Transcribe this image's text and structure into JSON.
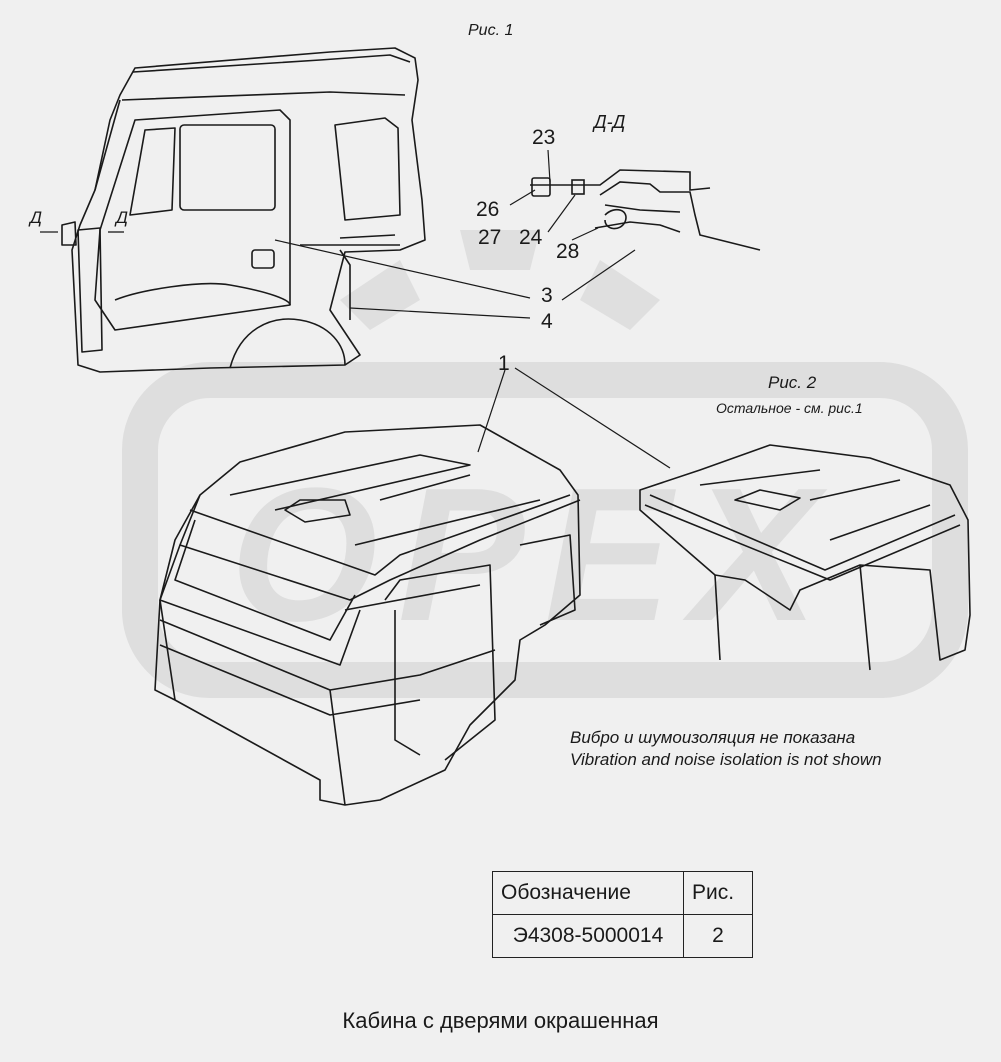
{
  "figures": {
    "fig1_label": "Рис. 1",
    "fig2_label": "Рис. 2",
    "fig2_note": "Остальное - см. рис.1",
    "section_label": "Д-Д",
    "section_mark_left": "Д",
    "section_mark_right": "Д"
  },
  "callouts": [
    {
      "id": "23",
      "text": "23"
    },
    {
      "id": "26",
      "text": "26"
    },
    {
      "id": "27",
      "text": "27"
    },
    {
      "id": "24",
      "text": "24"
    },
    {
      "id": "28",
      "text": "28"
    },
    {
      "id": "3",
      "text": "3"
    },
    {
      "id": "4",
      "text": "4"
    },
    {
      "id": "1",
      "text": "1"
    }
  ],
  "notes": {
    "ru": "Вибро и шумоизоляция не показана",
    "en": "Vibration and noise isolation is not shown"
  },
  "watermark": {
    "text": "OPEX",
    "color": "#d6d6d6"
  },
  "spec_table": {
    "header_designation": "Обозначение",
    "header_fig": "Рис.",
    "designation": "Э4308-5000014",
    "fig": "2"
  },
  "caption": "Кабина с дверями окрашенная",
  "colors": {
    "background": "#f0f0f0",
    "line": "#1a1a1a"
  }
}
